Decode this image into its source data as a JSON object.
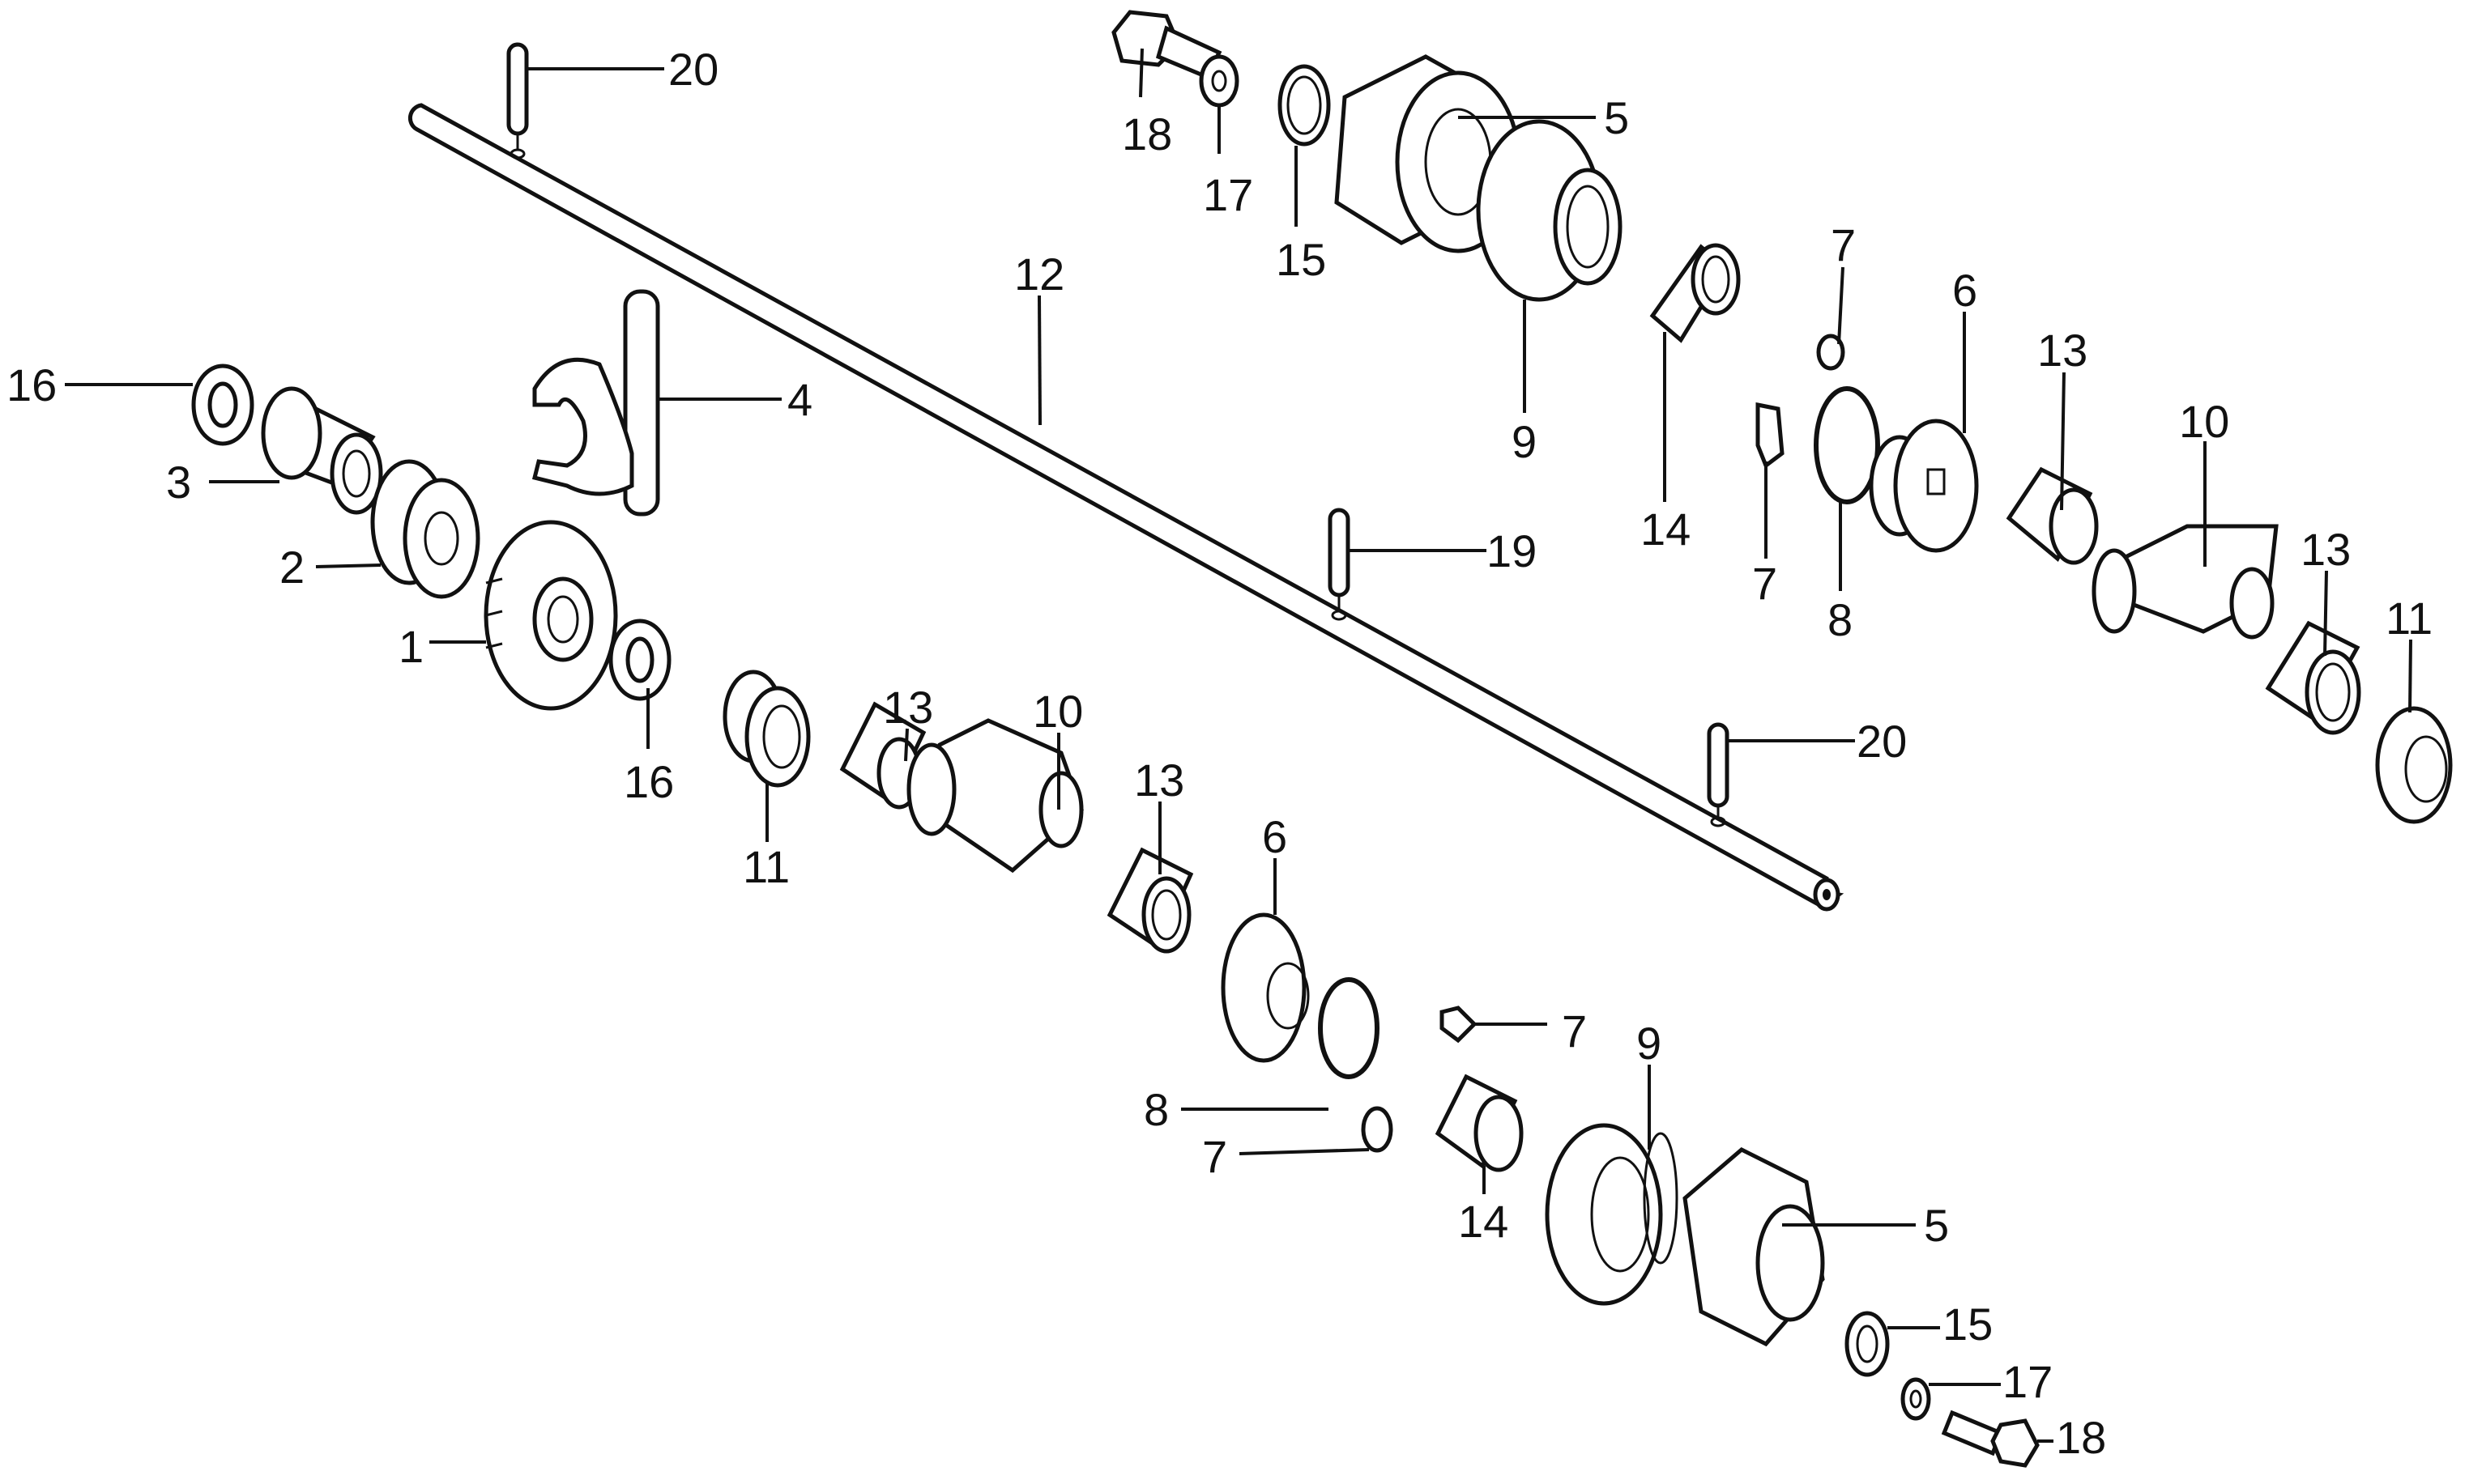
{
  "diagram": {
    "type": "exploded-parts-diagram",
    "line_color": "#111111",
    "background": "#ffffff",
    "callouts": [
      {
        "id": "c20a",
        "text": "20",
        "part": "pin"
      },
      {
        "id": "c18a",
        "text": "18",
        "part": "bolt"
      },
      {
        "id": "c17a",
        "text": "17",
        "part": "washer"
      },
      {
        "id": "c15a",
        "text": "15",
        "part": "thrust-washer"
      },
      {
        "id": "c5a",
        "text": "5",
        "part": "gear"
      },
      {
        "id": "c12",
        "text": "12",
        "part": "shaft"
      },
      {
        "id": "c16a",
        "text": "16",
        "part": "washer"
      },
      {
        "id": "c4",
        "text": "4",
        "part": "shift-fork"
      },
      {
        "id": "c3",
        "text": "3",
        "part": "needle-bearing"
      },
      {
        "id": "c2",
        "text": "2",
        "part": "dog-clutch"
      },
      {
        "id": "c1",
        "text": "1",
        "part": "gear"
      },
      {
        "id": "c16b",
        "text": "16",
        "part": "washer"
      },
      {
        "id": "c7a",
        "text": "7",
        "part": "key"
      },
      {
        "id": "c6a",
        "text": "6",
        "part": "cam"
      },
      {
        "id": "c13a",
        "text": "13",
        "part": "bushing"
      },
      {
        "id": "c10a",
        "text": "10",
        "part": "sleeve"
      },
      {
        "id": "c9a",
        "text": "9",
        "part": "bearing-cup"
      },
      {
        "id": "c14a",
        "text": "14",
        "part": "collar"
      },
      {
        "id": "c7b",
        "text": "7",
        "part": "key"
      },
      {
        "id": "c8a",
        "text": "8",
        "part": "snap-ring"
      },
      {
        "id": "c19",
        "text": "19",
        "part": "pin"
      },
      {
        "id": "c13b",
        "text": "13",
        "part": "bushing"
      },
      {
        "id": "c11a",
        "text": "11",
        "part": "seal"
      },
      {
        "id": "c20b",
        "text": "20",
        "part": "pin"
      },
      {
        "id": "c11b",
        "text": "11",
        "part": "seal"
      },
      {
        "id": "c13c",
        "text": "13",
        "part": "bushing"
      },
      {
        "id": "c10b",
        "text": "10",
        "part": "sleeve"
      },
      {
        "id": "c13d",
        "text": "13",
        "part": "bushing"
      },
      {
        "id": "c6b",
        "text": "6",
        "part": "cam"
      },
      {
        "id": "c7c",
        "text": "7",
        "part": "key"
      },
      {
        "id": "c9b",
        "text": "9",
        "part": "bearing-cup"
      },
      {
        "id": "c8b",
        "text": "8",
        "part": "snap-ring"
      },
      {
        "id": "c7d",
        "text": "7",
        "part": "key"
      },
      {
        "id": "c14b",
        "text": "14",
        "part": "collar"
      },
      {
        "id": "c5b",
        "text": "5",
        "part": "gear"
      },
      {
        "id": "c15b",
        "text": "15",
        "part": "thrust-washer"
      },
      {
        "id": "c17b",
        "text": "17",
        "part": "washer"
      },
      {
        "id": "c18b",
        "text": "18",
        "part": "bolt"
      }
    ]
  }
}
